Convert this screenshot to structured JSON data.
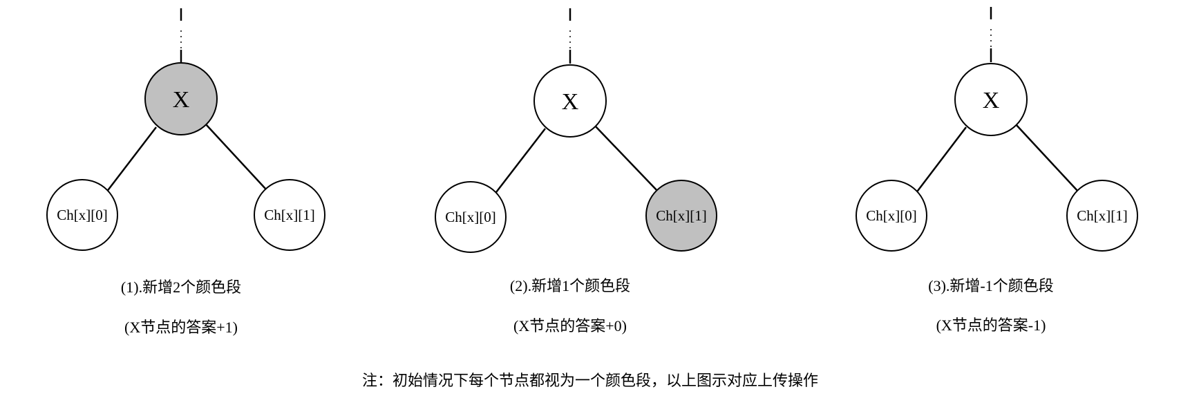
{
  "colors": {
    "highlight_fill": "#c0c0c0",
    "normal_fill": "#ffffff",
    "stroke": "#000000"
  },
  "panels": [
    {
      "parent_label": "X",
      "left_child_label": "Ch[x][0]",
      "right_child_label": "Ch[x][1]",
      "highlighted": "parent",
      "caption_line1": "(1).新增2个颜色段",
      "caption_line2": "(X节点的答案+1)"
    },
    {
      "parent_label": "X",
      "left_child_label": "Ch[x][0]",
      "right_child_label": "Ch[x][1]",
      "highlighted": "right",
      "caption_line1": "(2).新增1个颜色段",
      "caption_line2": "(X节点的答案+0)"
    },
    {
      "parent_label": "X",
      "left_child_label": "Ch[x][0]",
      "right_child_label": "Ch[x][1]",
      "highlighted": "none",
      "caption_line1": "(3).新增-1个颜色段",
      "caption_line2": "(X节点的答案-1)"
    }
  ],
  "note": "注：初始情况下每个节点都视为一个颜色段，以上图示对应上传操作"
}
